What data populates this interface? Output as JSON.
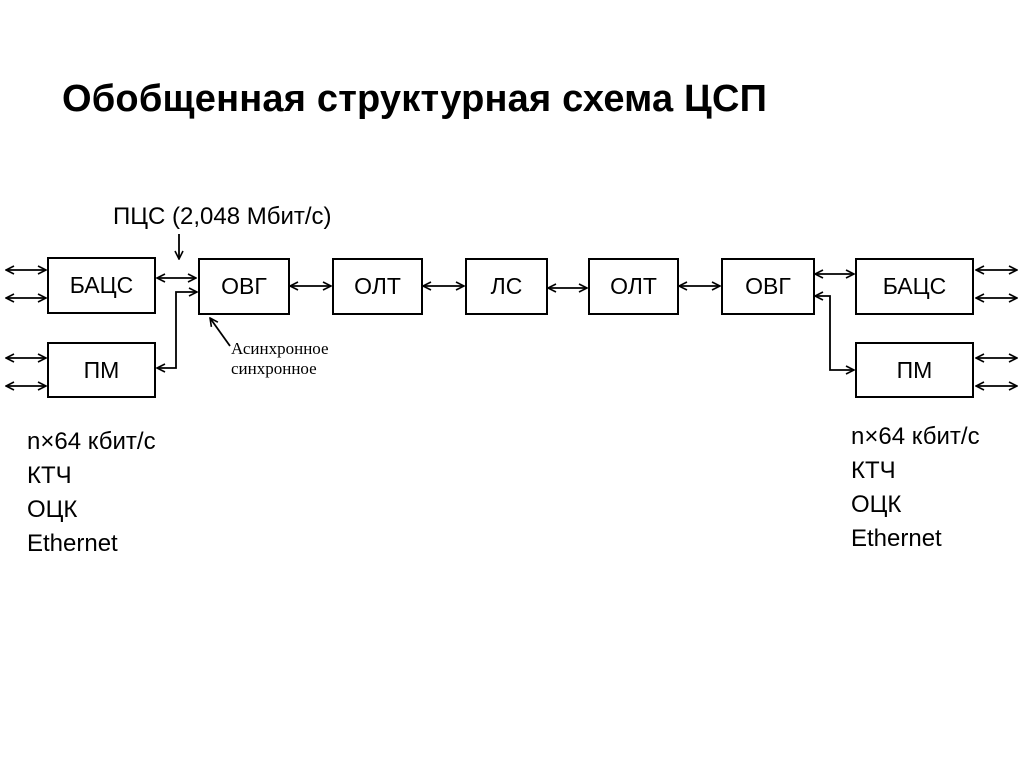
{
  "title": "Обобщенная структурная схема ЦСП",
  "top_label": "ПЦС (2,048 Мбит/с)",
  "blocks": {
    "batss_left": "БАЦС",
    "pm_left": "ПМ",
    "ovg_left": "ОВГ",
    "olt_left": "ОЛТ",
    "ls": "ЛС",
    "olt_right": "ОЛТ",
    "ovg_right": "ОВГ",
    "batss_right": "БАЦС",
    "pm_right": "ПМ"
  },
  "mode_label": [
    "Асинхронное",
    "синхронное"
  ],
  "left_inputs": [
    "n×64 кбит/с",
    "КТЧ",
    "ОЦК",
    "Ethernet"
  ],
  "right_inputs": [
    "n×64 кбит/с",
    "КТЧ",
    "ОЦК",
    "Ethernet"
  ]
}
